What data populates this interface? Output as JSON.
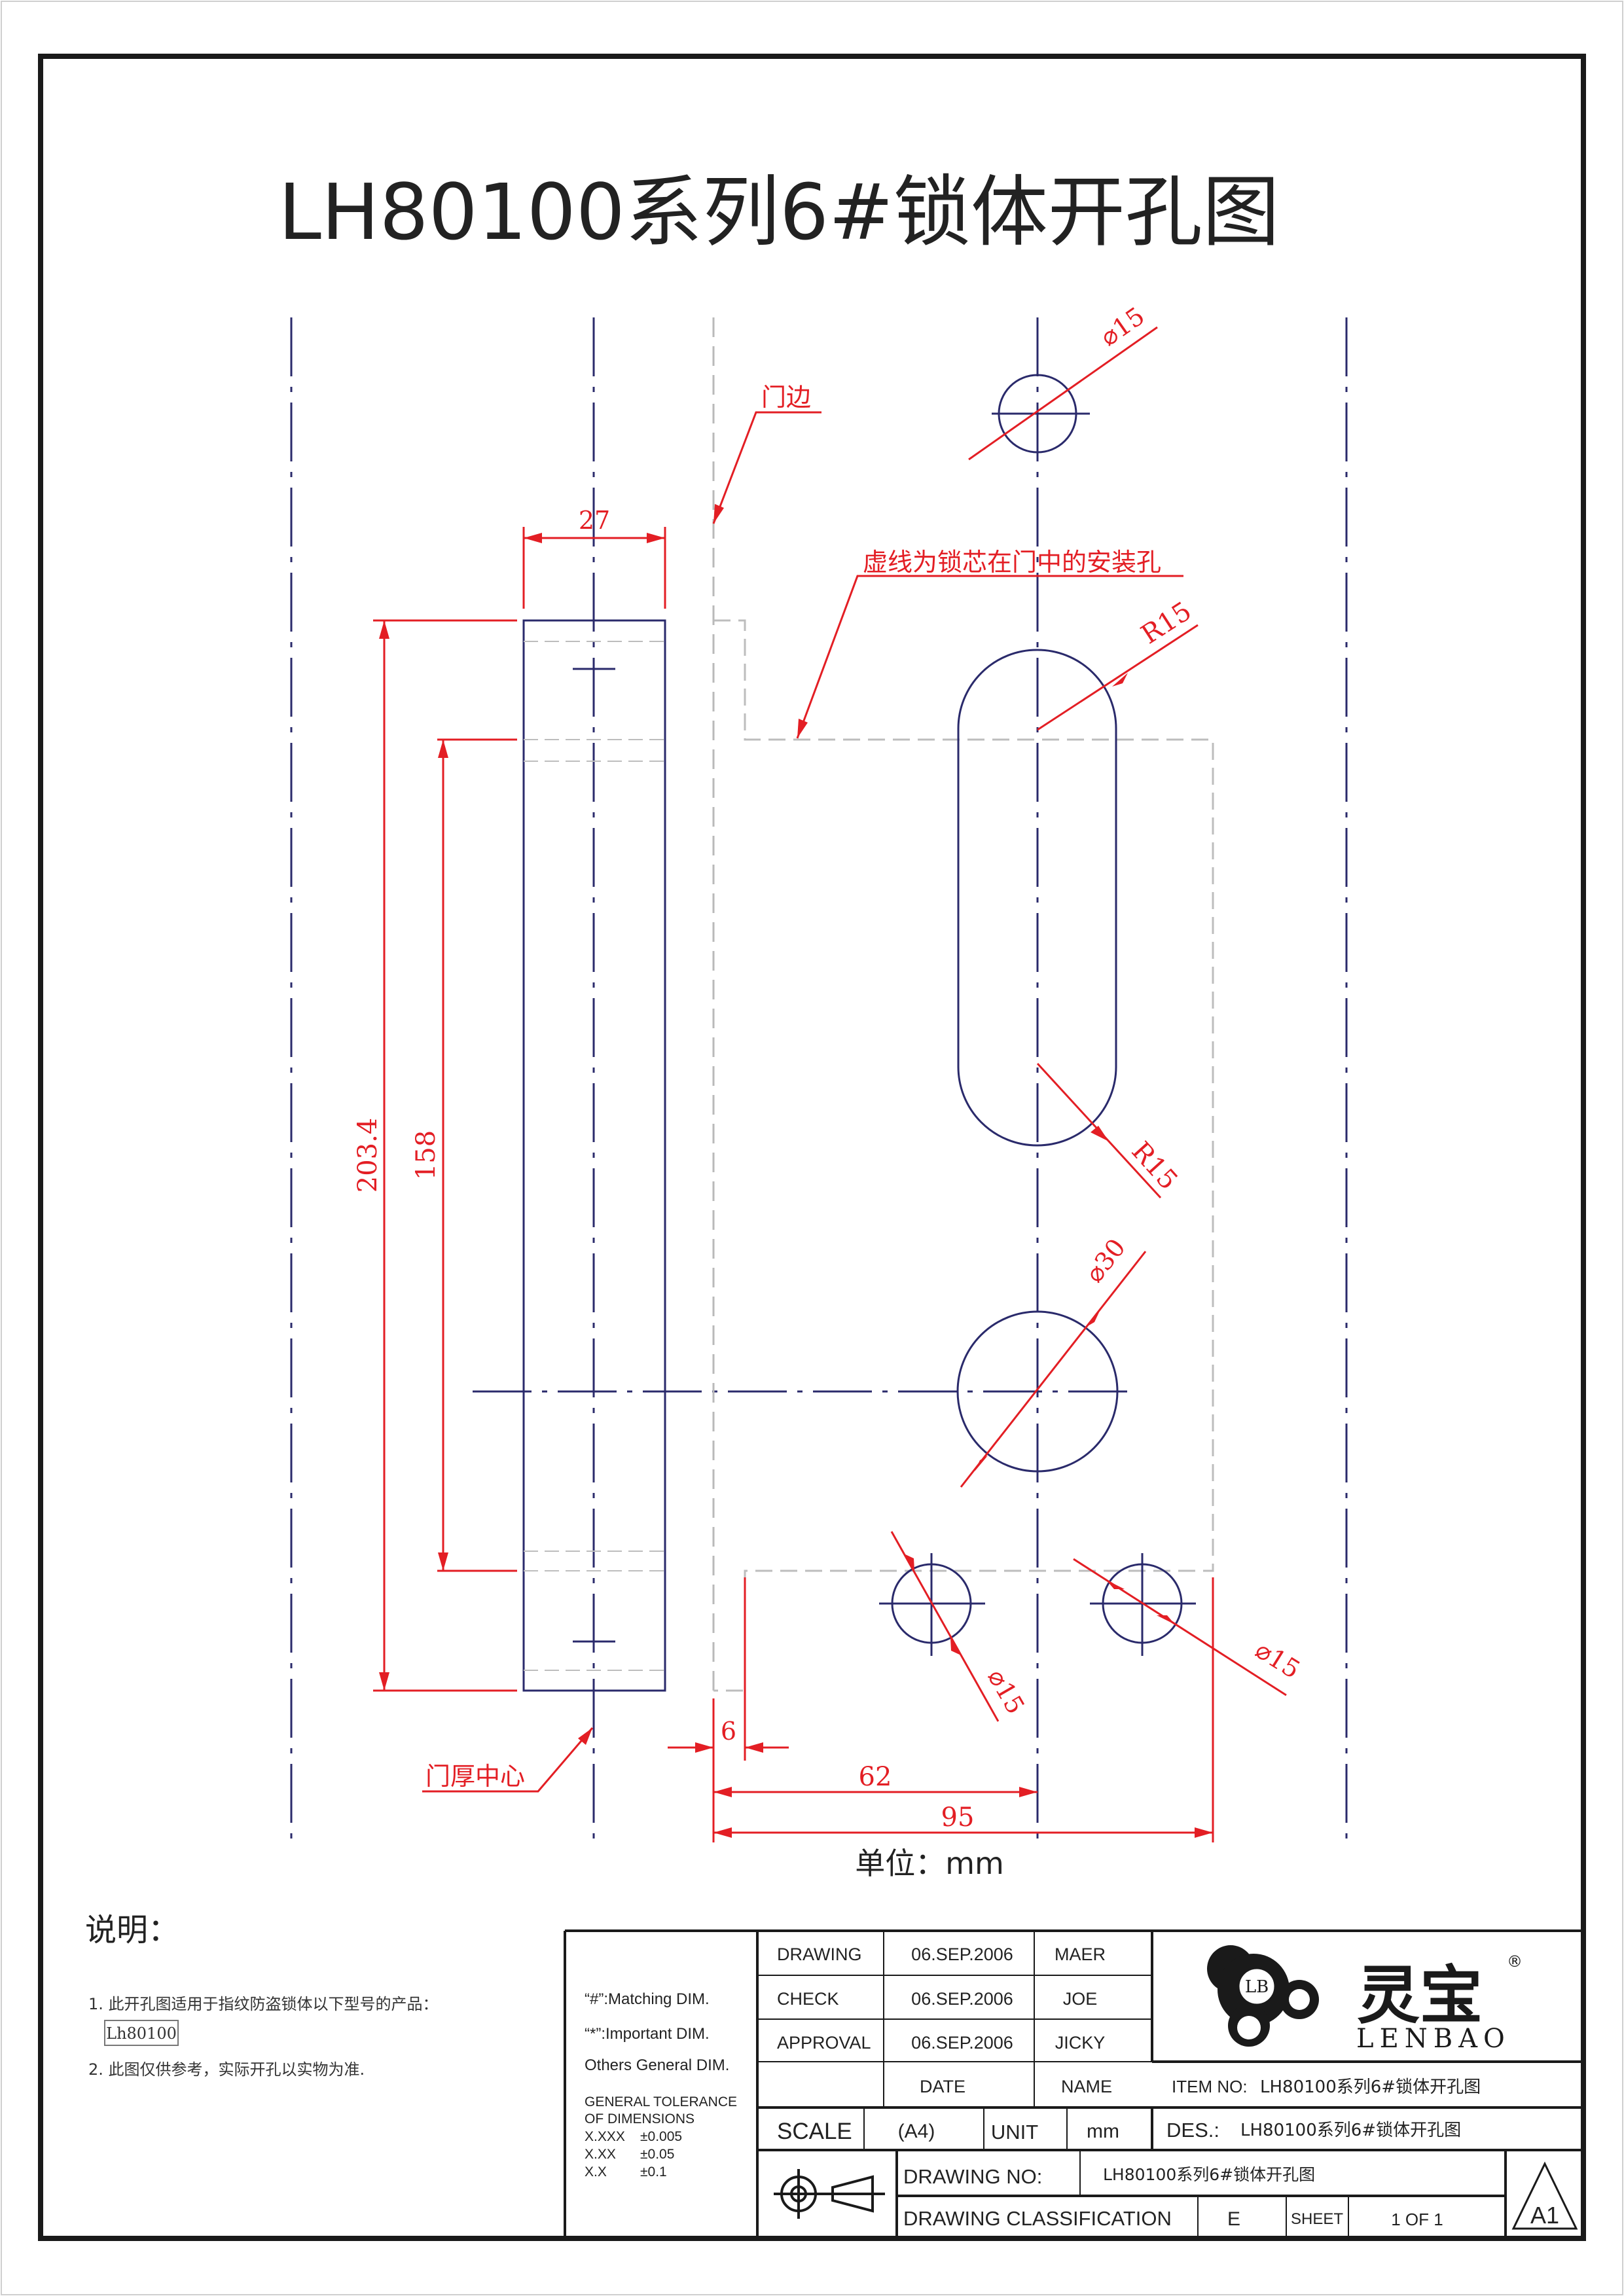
{
  "title": "LH80100系列6#锁体开孔图",
  "colors": {
    "dim": "#e31e24",
    "line": "#2a2a6b",
    "hidden": "#c8c8c8",
    "frame": "#1a1a1a"
  },
  "annotations": {
    "door_edge": "门边",
    "dashed_note": "虚线为锁芯在门中的安装孔",
    "door_thickness_center": "门厚中心",
    "unit": "单位：mm"
  },
  "dimensions": {
    "width_27": "27",
    "height_203": "203.4",
    "height_158": "158",
    "offset_6": "6",
    "dist_62": "62",
    "dist_95": "95",
    "dia_15_top": "⌀15",
    "radius_top": "R15",
    "radius_bottom": "R15",
    "dia_30": "⌀30",
    "dia_15_left": "⌀15",
    "dia_15_right": "⌀15"
  },
  "notes": {
    "heading": "说明：",
    "item1": "1. 此开孔图适用于指纹防盗锁体以下型号的产品：",
    "model_box": "Lh80100",
    "item2": "2. 此图仅供参考，实际开孔以实物为准."
  },
  "legend": {
    "matching": "“#”:Matching DIM.",
    "important": "“*”:Important DIM.",
    "others": "Others General DIM.",
    "tol_title_1": "GENERAL TOLERANCE",
    "tol_title_2": "OF DIMENSIONS",
    "tol_rows": [
      {
        "key": "X.XXX",
        "val": "±0.005"
      },
      {
        "key": "X.XX",
        "val": "±0.05"
      },
      {
        "key": "X.X",
        "val": "±0.1"
      }
    ]
  },
  "title_block": {
    "rows": [
      {
        "role": "DRAWING",
        "date": "06.SEP.2006",
        "name": "MAER"
      },
      {
        "role": "CHECK",
        "date": "06.SEP.2006",
        "name": "JOE"
      },
      {
        "role": "APPROVAL",
        "date": "06.SEP.2006",
        "name": "JICKY"
      }
    ],
    "date_header": "DATE",
    "name_header": "NAME",
    "scale_label": "SCALE",
    "scale_value": "(A4)",
    "unit_label": "UNIT",
    "unit_value": "mm",
    "item_no_label": "ITEM NO:",
    "item_no_value": "LH80100系列6#锁体开孔图",
    "des_label": "DES.:",
    "des_value": "LH80100系列6#锁体开孔图",
    "drawing_no_label": "DRAWING NO:",
    "drawing_no_value": "LH80100系列6#锁体开孔图",
    "classification_label": "DRAWING CLASSIFICATION",
    "classification_value": "E",
    "sheet_label": "SHEET",
    "sheet_value": "1 OF 1",
    "size_mark": "A1"
  },
  "logo": {
    "badge": "LB",
    "brand_cn": "灵宝",
    "brand_en": "LENBAO",
    "registered": "®"
  }
}
